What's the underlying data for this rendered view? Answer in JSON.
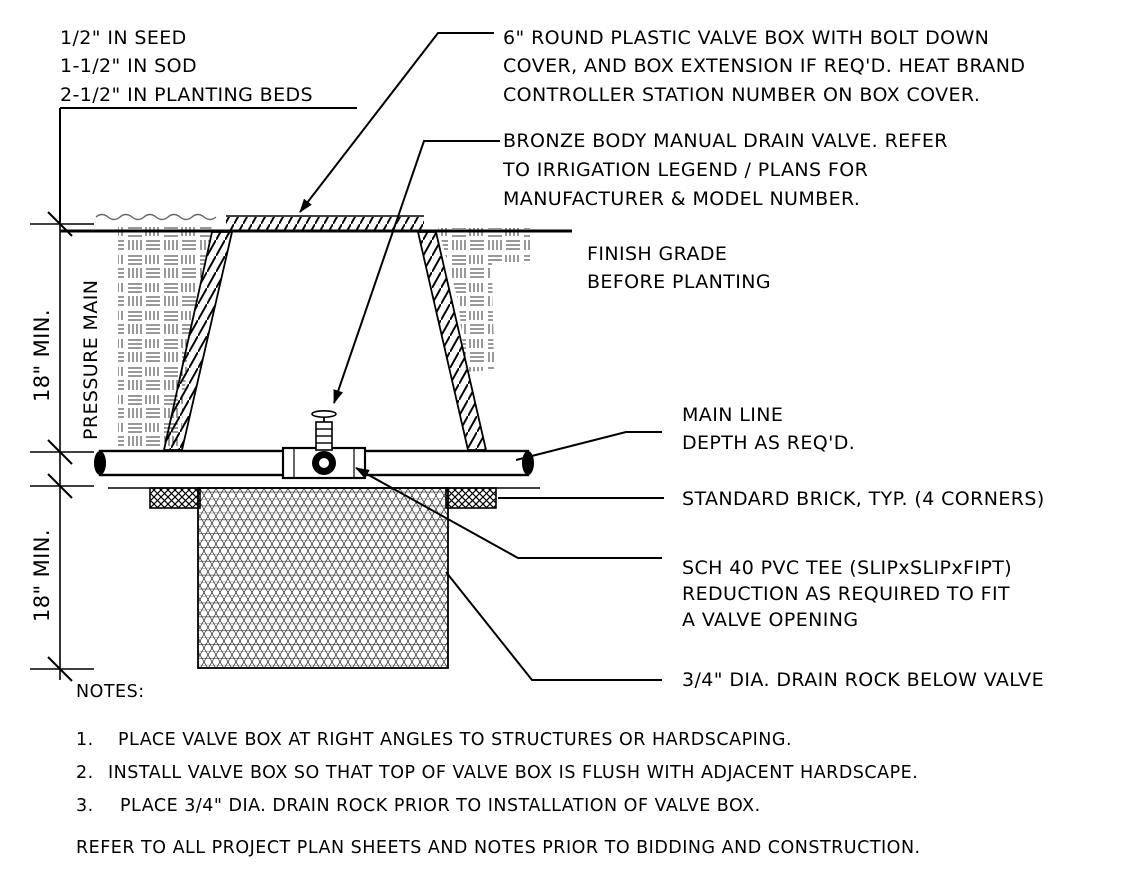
{
  "cover_depth": {
    "seed": "1/2\" IN SEED",
    "sod": "1-1/2\" IN SOD",
    "beds": "2-1/2\" IN PLANTING BEDS"
  },
  "callouts": {
    "valve_box": [
      "6\" ROUND PLASTIC VALVE BOX WITH BOLT DOWN",
      "COVER, AND BOX EXTENSION IF REQ'D. HEAT BRAND",
      "CONTROLLER STATION NUMBER ON BOX COVER."
    ],
    "drain_valve": [
      "BRONZE BODY MANUAL DRAIN VALVE. REFER",
      "TO IRRIGATION LEGEND / PLANS FOR",
      "MANUFACTURER & MODEL NUMBER."
    ],
    "finish_grade": [
      "FINISH GRADE",
      "BEFORE PLANTING"
    ],
    "main_line": [
      "MAIN LINE",
      "DEPTH AS REQ'D."
    ],
    "brick": "STANDARD BRICK, TYP. (4 CORNERS)",
    "tee": [
      "SCH 40 PVC TEE (SLIPxSLIPxFIPT)",
      "REDUCTION AS REQUIRED TO FIT",
      "A VALVE OPENING"
    ],
    "drain_rock": "3/4\" DIA. DRAIN ROCK BELOW VALVE"
  },
  "dimensions": {
    "upper": "18\" MIN.",
    "lower": "18\" MIN.",
    "pressure_main": "PRESSURE MAIN"
  },
  "notes": {
    "heading": "NOTES:",
    "items": [
      {
        "num": "1.",
        "text": "PLACE VALVE BOX AT RIGHT ANGLES TO STRUCTURES OR HARDSCAPING."
      },
      {
        "num": "2.",
        "text": "INSTALL VALVE BOX SO THAT TOP OF VALVE BOX IS FLUSH WITH ADJACENT HARDSCAPE."
      },
      {
        "num": "3.",
        "text": "PLACE 3/4\" DIA. DRAIN ROCK PRIOR TO INSTALLATION OF VALVE BOX."
      }
    ],
    "footer": "REFER TO ALL PROJECT PLAN SHEETS AND NOTES PRIOR TO BIDDING AND CONSTRUCTION."
  }
}
